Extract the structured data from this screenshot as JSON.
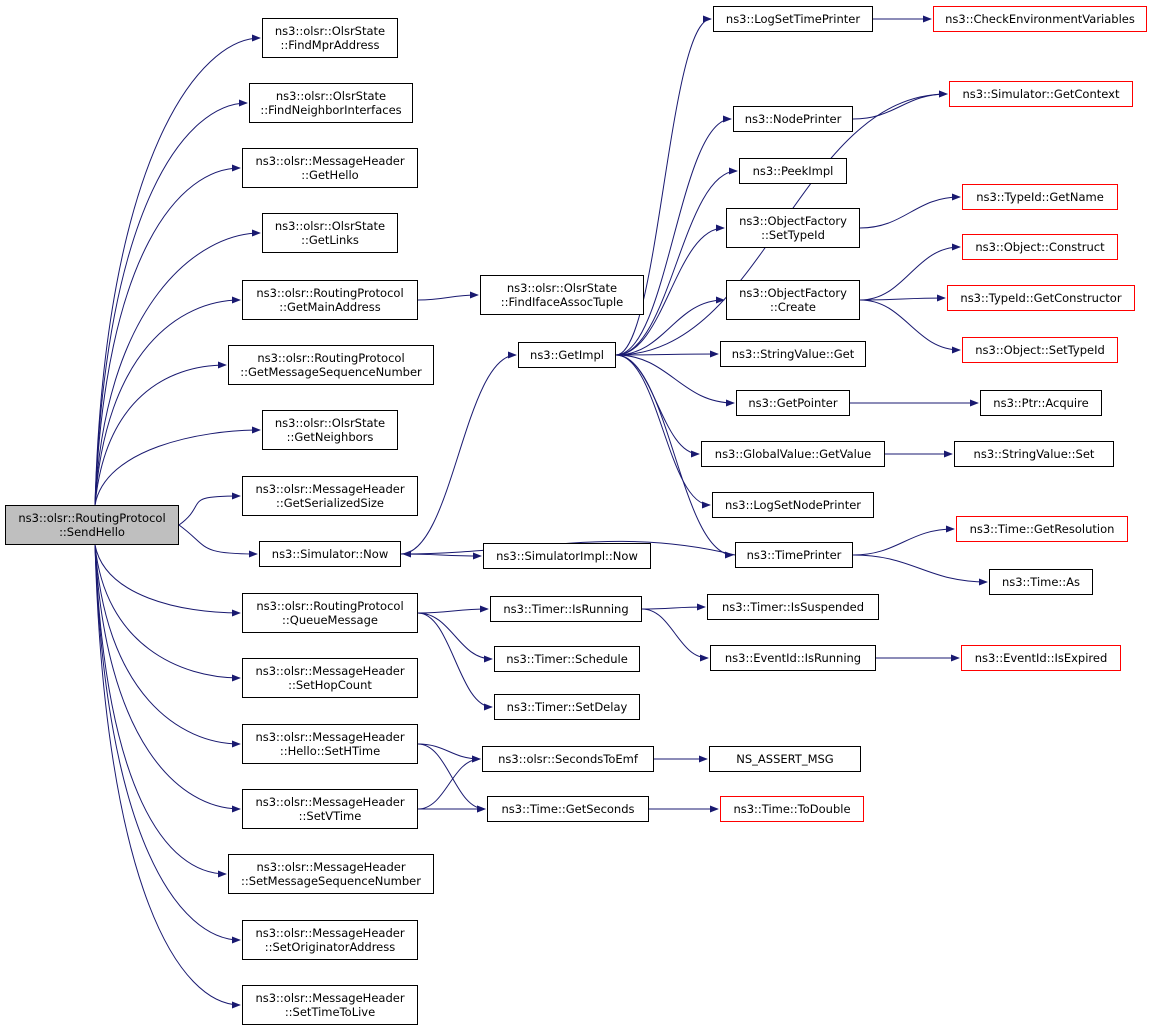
{
  "colors": {
    "edge": "#191970",
    "node_border": "#000000",
    "external_border": "#ff0000",
    "root_fill": "#bfbfbf"
  },
  "nodes": [
    {
      "id": "root",
      "lines": [
        "ns3::olsr::RoutingProtocol",
        "::SendHello"
      ],
      "kind": "root"
    },
    {
      "id": "findmpr",
      "lines": [
        "ns3::olsr::OlsrState",
        "::FindMprAddress"
      ]
    },
    {
      "id": "findneighif",
      "lines": [
        "ns3::olsr::OlsrState",
        "::FindNeighborInterfaces"
      ]
    },
    {
      "id": "gethello",
      "lines": [
        "ns3::olsr::MessageHeader",
        "::GetHello"
      ]
    },
    {
      "id": "getlinks",
      "lines": [
        "ns3::olsr::OlsrState",
        "::GetLinks"
      ]
    },
    {
      "id": "getmainaddr",
      "lines": [
        "ns3::olsr::RoutingProtocol",
        "::GetMainAddress"
      ]
    },
    {
      "id": "getmsgseq",
      "lines": [
        "ns3::olsr::RoutingProtocol",
        "::GetMessageSequenceNumber"
      ]
    },
    {
      "id": "getneighbors",
      "lines": [
        "ns3::olsr::OlsrState",
        "::GetNeighbors"
      ]
    },
    {
      "id": "getserialized",
      "lines": [
        "ns3::olsr::MessageHeader",
        "::GetSerializedSize"
      ]
    },
    {
      "id": "simnow",
      "lines": [
        "ns3::Simulator::Now"
      ]
    },
    {
      "id": "queuemsg",
      "lines": [
        "ns3::olsr::RoutingProtocol",
        "::QueueMessage"
      ]
    },
    {
      "id": "sethopcount",
      "lines": [
        "ns3::olsr::MessageHeader",
        "::SetHopCount"
      ]
    },
    {
      "id": "sethtime",
      "lines": [
        "ns3::olsr::MessageHeader",
        "::Hello::SetHTime"
      ]
    },
    {
      "id": "setvtime",
      "lines": [
        "ns3::olsr::MessageHeader",
        "::SetVTime"
      ]
    },
    {
      "id": "setmsgseq",
      "lines": [
        "ns3::olsr::MessageHeader",
        "::SetMessageSequenceNumber"
      ]
    },
    {
      "id": "setorig",
      "lines": [
        "ns3::olsr::MessageHeader",
        "::SetOriginatorAddress"
      ]
    },
    {
      "id": "setttl",
      "lines": [
        "ns3::olsr::MessageHeader",
        "::SetTimeToLive"
      ]
    },
    {
      "id": "findiface",
      "lines": [
        "ns3::olsr::OlsrState",
        "::FindIfaceAssocTuple"
      ]
    },
    {
      "id": "getimpl",
      "lines": [
        "ns3::GetImpl"
      ]
    },
    {
      "id": "simimplnow",
      "lines": [
        "ns3::SimulatorImpl::Now"
      ]
    },
    {
      "id": "timerisrunning",
      "lines": [
        "ns3::Timer::IsRunning"
      ]
    },
    {
      "id": "timerschedule",
      "lines": [
        "ns3::Timer::Schedule"
      ]
    },
    {
      "id": "timersetdelay",
      "lines": [
        "ns3::Timer::SetDelay"
      ]
    },
    {
      "id": "secondstoemf",
      "lines": [
        "ns3::olsr::SecondsToEmf"
      ]
    },
    {
      "id": "timegetseconds",
      "lines": [
        "ns3::Time::GetSeconds"
      ]
    },
    {
      "id": "logsettimeprinter",
      "lines": [
        "ns3::LogSetTimePrinter"
      ]
    },
    {
      "id": "nodeprinter",
      "lines": [
        "ns3::NodePrinter"
      ]
    },
    {
      "id": "peekimpl",
      "lines": [
        "ns3::PeekImpl"
      ]
    },
    {
      "id": "ofsettypeid",
      "lines": [
        "ns3::ObjectFactory",
        "::SetTypeId"
      ]
    },
    {
      "id": "ofcreate",
      "lines": [
        "ns3::ObjectFactory",
        "::Create"
      ]
    },
    {
      "id": "stringvalueget",
      "lines": [
        "ns3::StringValue::Get"
      ]
    },
    {
      "id": "getpointer",
      "lines": [
        "ns3::GetPointer"
      ]
    },
    {
      "id": "gvgetvalue",
      "lines": [
        "ns3::GlobalValue::GetValue"
      ]
    },
    {
      "id": "logsetnodeprinter",
      "lines": [
        "ns3::LogSetNodePrinter"
      ]
    },
    {
      "id": "timeprinter",
      "lines": [
        "ns3::TimePrinter"
      ]
    },
    {
      "id": "timerissuspended",
      "lines": [
        "ns3::Timer::IsSuspended"
      ]
    },
    {
      "id": "eventidisrunning",
      "lines": [
        "ns3::EventId::IsRunning"
      ]
    },
    {
      "id": "nsassertmsg",
      "lines": [
        "NS_ASSERT_MSG"
      ]
    },
    {
      "id": "checkenv",
      "lines": [
        "ns3::CheckEnvironmentVariables"
      ],
      "kind": "ext"
    },
    {
      "id": "simgetcontext",
      "lines": [
        "ns3::Simulator::GetContext"
      ],
      "kind": "ext"
    },
    {
      "id": "typeidgetname",
      "lines": [
        "ns3::TypeId::GetName"
      ],
      "kind": "ext"
    },
    {
      "id": "objconstruct",
      "lines": [
        "ns3::Object::Construct"
      ],
      "kind": "ext"
    },
    {
      "id": "typeidgetctor",
      "lines": [
        "ns3::TypeId::GetConstructor"
      ],
      "kind": "ext"
    },
    {
      "id": "objsettypeid",
      "lines": [
        "ns3::Object::SetTypeId"
      ],
      "kind": "ext"
    },
    {
      "id": "ptracquire",
      "lines": [
        "ns3::Ptr::Acquire"
      ]
    },
    {
      "id": "stringvalueset",
      "lines": [
        "ns3::StringValue::Set"
      ]
    },
    {
      "id": "timegetres",
      "lines": [
        "ns3::Time::GetResolution"
      ],
      "kind": "ext"
    },
    {
      "id": "timeas",
      "lines": [
        "ns3::Time::As"
      ]
    },
    {
      "id": "eventidisexpired",
      "lines": [
        "ns3::EventId::IsExpired"
      ],
      "kind": "ext"
    },
    {
      "id": "timetodouble",
      "lines": [
        "ns3::Time::ToDouble"
      ],
      "kind": "ext"
    }
  ],
  "edges": [
    [
      "root",
      "findmpr"
    ],
    [
      "root",
      "findneighif"
    ],
    [
      "root",
      "gethello"
    ],
    [
      "root",
      "getlinks"
    ],
    [
      "root",
      "getmainaddr"
    ],
    [
      "root",
      "getmsgseq"
    ],
    [
      "root",
      "getneighbors"
    ],
    [
      "root",
      "getserialized"
    ],
    [
      "root",
      "simnow"
    ],
    [
      "root",
      "queuemsg"
    ],
    [
      "root",
      "sethopcount"
    ],
    [
      "root",
      "sethtime"
    ],
    [
      "root",
      "setvtime"
    ],
    [
      "root",
      "setmsgseq"
    ],
    [
      "root",
      "setorig"
    ],
    [
      "root",
      "setttl"
    ],
    [
      "getmainaddr",
      "findiface"
    ],
    [
      "simnow",
      "getimpl"
    ],
    [
      "simnow",
      "simimplnow"
    ],
    [
      "queuemsg",
      "timerisrunning"
    ],
    [
      "queuemsg",
      "timerschedule"
    ],
    [
      "queuemsg",
      "timersetdelay"
    ],
    [
      "sethtime",
      "secondstoemf"
    ],
    [
      "sethtime",
      "timegetseconds"
    ],
    [
      "setvtime",
      "secondstoemf"
    ],
    [
      "setvtime",
      "timegetseconds"
    ],
    [
      "getimpl",
      "logsettimeprinter"
    ],
    [
      "getimpl",
      "simgetcontext"
    ],
    [
      "getimpl",
      "nodeprinter"
    ],
    [
      "getimpl",
      "peekimpl"
    ],
    [
      "getimpl",
      "ofsettypeid"
    ],
    [
      "getimpl",
      "ofcreate"
    ],
    [
      "getimpl",
      "stringvalueget"
    ],
    [
      "getimpl",
      "getpointer"
    ],
    [
      "getimpl",
      "gvgetvalue"
    ],
    [
      "getimpl",
      "logsetnodeprinter"
    ],
    [
      "getimpl",
      "timeprinter"
    ],
    [
      "logsettimeprinter",
      "checkenv"
    ],
    [
      "nodeprinter",
      "simgetcontext"
    ],
    [
      "ofsettypeid",
      "typeidgetname"
    ],
    [
      "ofcreate",
      "objconstruct"
    ],
    [
      "ofcreate",
      "typeidgetctor"
    ],
    [
      "ofcreate",
      "objsettypeid"
    ],
    [
      "getpointer",
      "ptracquire"
    ],
    [
      "gvgetvalue",
      "stringvalueset"
    ],
    [
      "timeprinter",
      "simnow"
    ],
    [
      "timeprinter",
      "timegetres"
    ],
    [
      "timeprinter",
      "timeas"
    ],
    [
      "timerisrunning",
      "timerissuspended"
    ],
    [
      "timerisrunning",
      "eventidisrunning"
    ],
    [
      "eventidisrunning",
      "eventidisexpired"
    ],
    [
      "secondstoemf",
      "nsassertmsg"
    ],
    [
      "timegetseconds",
      "timetodouble"
    ]
  ]
}
